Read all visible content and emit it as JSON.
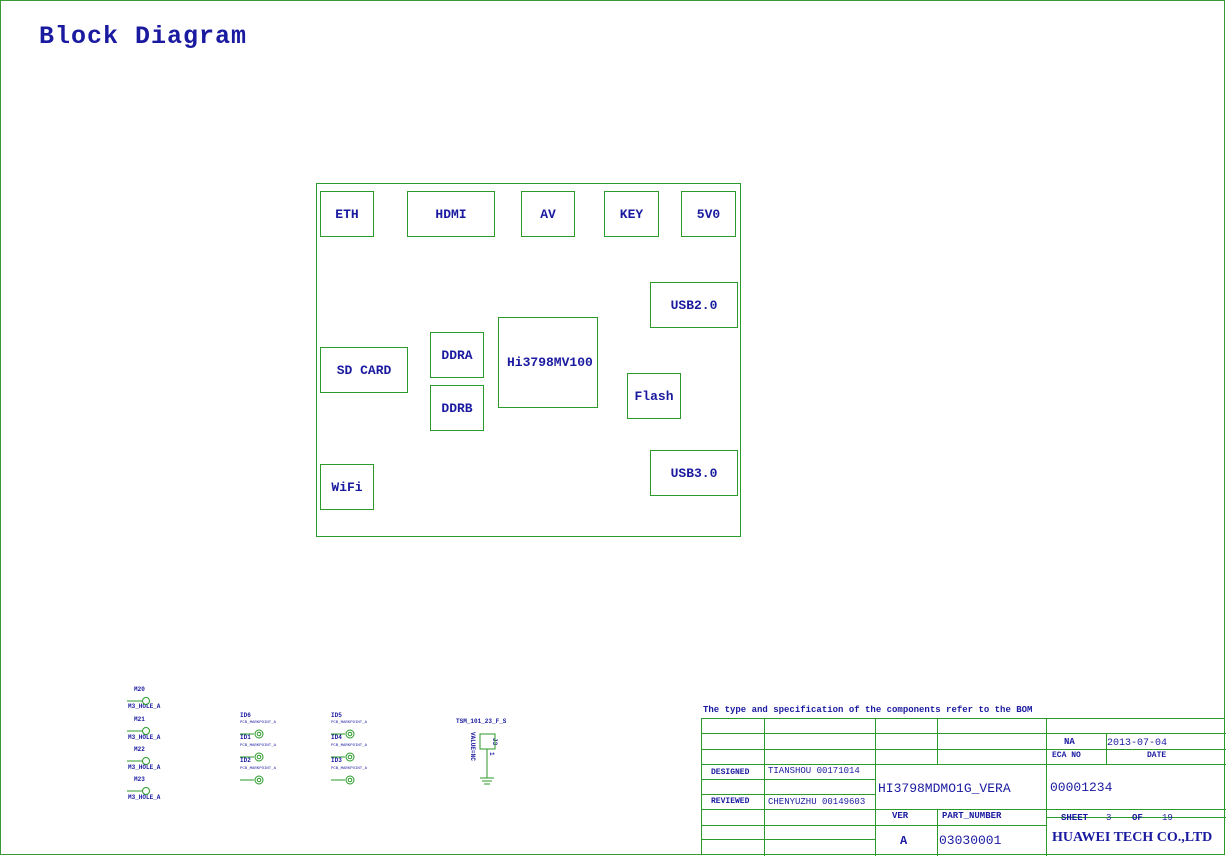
{
  "title": "Block Diagram",
  "blocks": {
    "eth": "ETH",
    "hdmi": "HDMI",
    "av": "AV",
    "key": "KEY",
    "v5": "5V0",
    "usb2": "USB2.0",
    "sdcard": "SD CARD",
    "ddra": "DDRA",
    "ddrb": "DDRB",
    "soc": "Hi3798MV100",
    "flash": "Flash",
    "usb3": "USB3.0",
    "wifi": "WiFi"
  },
  "holes": [
    {
      "ref": "M20",
      "value": "M3_HOLE_A"
    },
    {
      "ref": "M21",
      "value": "M3_HOLE_A"
    },
    {
      "ref": "M22",
      "value": "M3_HOLE_A"
    },
    {
      "ref": "M23",
      "value": "M3_HOLE_A"
    }
  ],
  "marks_left": [
    {
      "ref": "ID6",
      "value": "PCB_MARKPOINT_A"
    },
    {
      "ref": "ID1",
      "value": "PCB_MARKPOINT_A"
    },
    {
      "ref": "ID2",
      "value": "PCB_MARKPOINT_A"
    }
  ],
  "marks_right": [
    {
      "ref": "ID5",
      "value": "PCB_MARKPOINT_A"
    },
    {
      "ref": "ID4",
      "value": "PCB_MARKPOINT_A"
    },
    {
      "ref": "ID3",
      "value": "PCB_MARKPOINT_A"
    }
  ],
  "connector": {
    "name": "TSM_101_23_F_S",
    "ref": "J3",
    "value": "VALUE=NC",
    "pin": "1"
  },
  "titleblock": {
    "note": "The type and specification of the components  refer to the BOM",
    "na": "NA",
    "date_value": "2013-07-04",
    "eca_label": "ECA NO",
    "date_label": "DATE",
    "designed_label": "DESIGNED",
    "designed_value": "TIANSHOU 00171014",
    "reviewed_label": "REVIEWED",
    "reviewed_value": "CHENYUZHU 00149603",
    "doc_name": "HI3798MDMO1G_VERA",
    "doc_number": "00001234",
    "ver_label": "VER",
    "part_label": "PART_NUMBER",
    "sheet_label": "SHEET",
    "sheet_value": "3",
    "of_label": "OF",
    "total_value": "19",
    "ver_value": "A",
    "part_value": "03030001",
    "company": "HUAWEI TECH CO.,LTD"
  }
}
